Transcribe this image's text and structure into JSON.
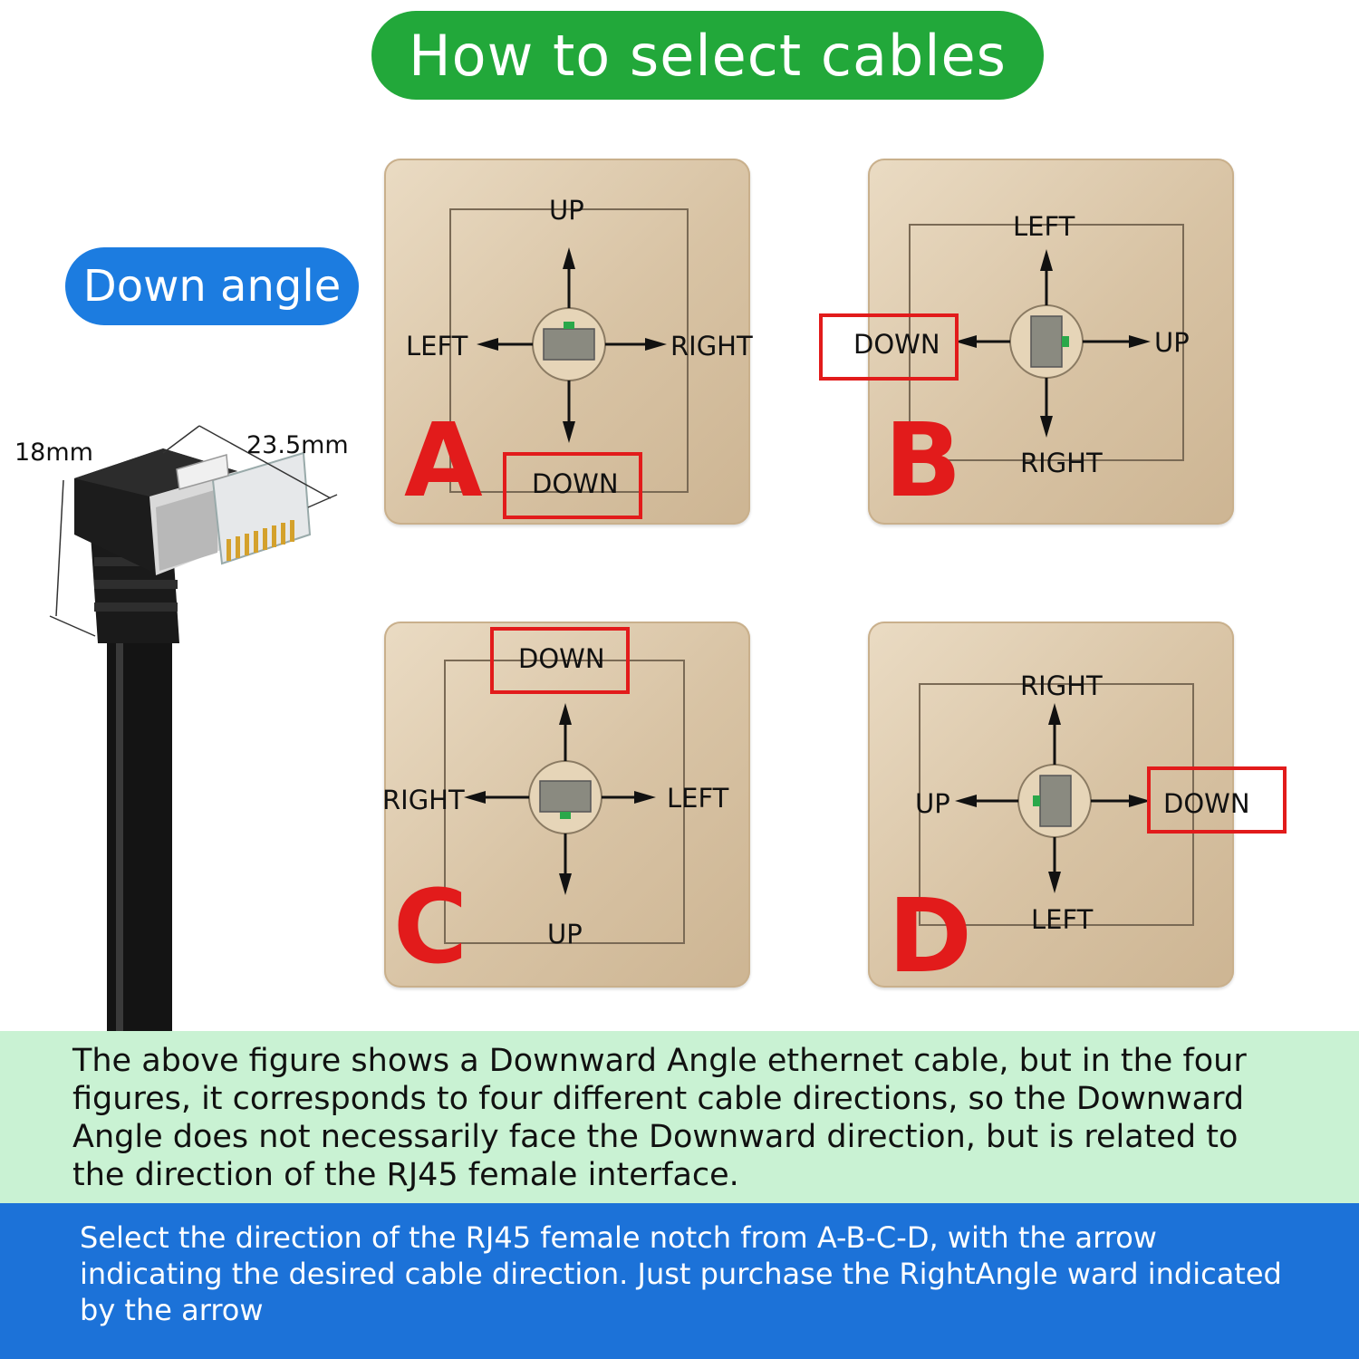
{
  "title": "How to select cables",
  "tag": "Down angle",
  "dimensions": {
    "height": "18mm",
    "width": "23.5mm"
  },
  "panels": [
    {
      "letter": "A",
      "up": "UP",
      "left": "LEFT",
      "right": "RIGHT",
      "down": "DOWN"
    },
    {
      "letter": "B",
      "up": "LEFT",
      "left": "DOWN",
      "right": "UP",
      "down": "RIGHT"
    },
    {
      "letter": "C",
      "up": "DOWN",
      "left": "RIGHT",
      "right": "LEFT",
      "down": "UP"
    },
    {
      "letter": "D",
      "up": "RIGHT",
      "left": "UP",
      "right": "DOWN",
      "down": "LEFT"
    }
  ],
  "colors": {
    "title_green": "#22a83a",
    "tag_blue": "#1c7ce0",
    "highlight_red": "#e21b1b",
    "note_green": "#c9f2d3",
    "note_blue": "#1c72d8"
  },
  "note1": "The above figure shows a Downward Angle ethernet cable, but in the four figures, it corresponds to four different cable directions, so the Downward Angle does not necessarily face the Downward direction, but is related to the direction of the RJ45 female interface.",
  "note2": "Select the direction of the RJ45 female notch from A-B-C-D, with the arrow indicating the desired cable direction. Just purchase the RightAngle ward indicated by the arrow"
}
